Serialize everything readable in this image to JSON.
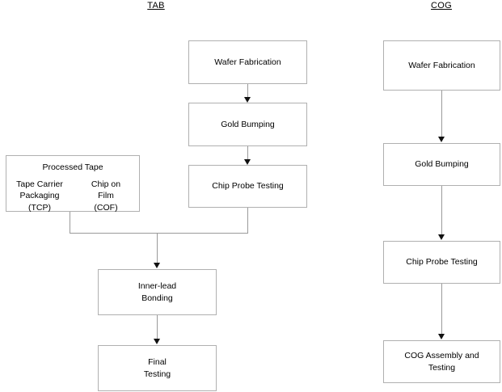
{
  "diagram": {
    "title_tab": "TAB",
    "title_cog": "COG",
    "tab_column": {
      "wafer_fabrication": "Wafer Fabrication",
      "gold_bumping": "Gold Bumping",
      "chip_probe_testing": "Chip Probe Testing",
      "processed_tape_header": "Processed Tape",
      "processed_tape_left": "Tape Carrier\nPackaging\n(TCP)",
      "processed_tape_right": "Chip on\nFilm\n(COF)",
      "inner_lead_bonding": "Inner-lead\nBonding",
      "final_testing": "Final\nTesting"
    },
    "cog_column": {
      "wafer_fabrication": "Wafer Fabrication",
      "gold_bumping": "Gold Bumping",
      "chip_probe_testing": "Chip Probe Testing",
      "cog_assembly_and_testing": "COG Assembly and\nTesting"
    },
    "colors": {
      "box_border": "#b0b0b0",
      "connector": "#9a9a9a",
      "arrowhead": "#111111",
      "text": "#000000",
      "background": "#ffffff"
    }
  }
}
